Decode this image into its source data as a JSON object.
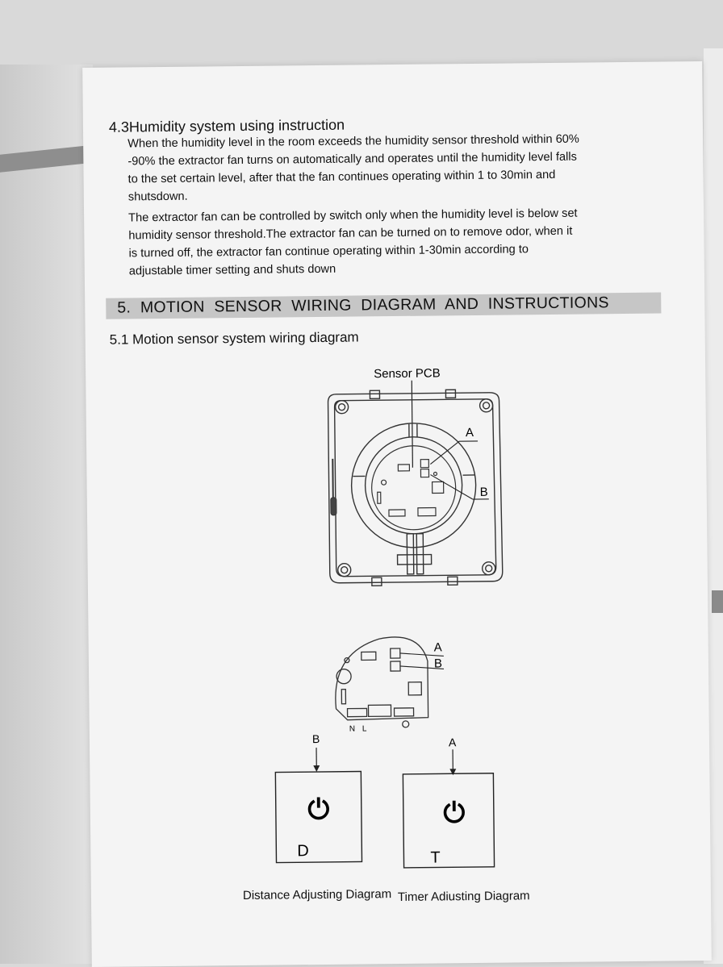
{
  "section_4_3": {
    "title": "4.3Humidity system using instruction",
    "paragraph1": "When the humidity level in the room exceeds the humidity sensor threshold within 60% -90% the extractor fan turns on automatically and operates until the humidity level falls to the set certain level, after that the fan continues operating within 1 to 30min and shutsdown.",
    "paragraph2": "The extractor fan can be controlled by switch only when the humidity level is below set humidity sensor threshold.The extractor fan can be turned on to remove odor, when it is turned off, the extractor fan continue operating within 1-30min according to adjustable timer setting and shuts down"
  },
  "section_5": {
    "header": "5. MOTION SENSOR WIRING DIAGRAM AND INSTRUCTIONS",
    "subtitle": "5.1 Motion sensor system wiring diagram"
  },
  "diagram": {
    "sensor_pcb_label": "Sensor PCB",
    "label_a": "A",
    "label_b": "B",
    "label_n": "N",
    "label_l": "L",
    "knob_d_letter": "D",
    "knob_t_letter": "T",
    "power_symbol": "⏻",
    "caption_distance": "Distance Adjusting Diagram",
    "caption_timer": "Timer Adiusting Diagram"
  }
}
